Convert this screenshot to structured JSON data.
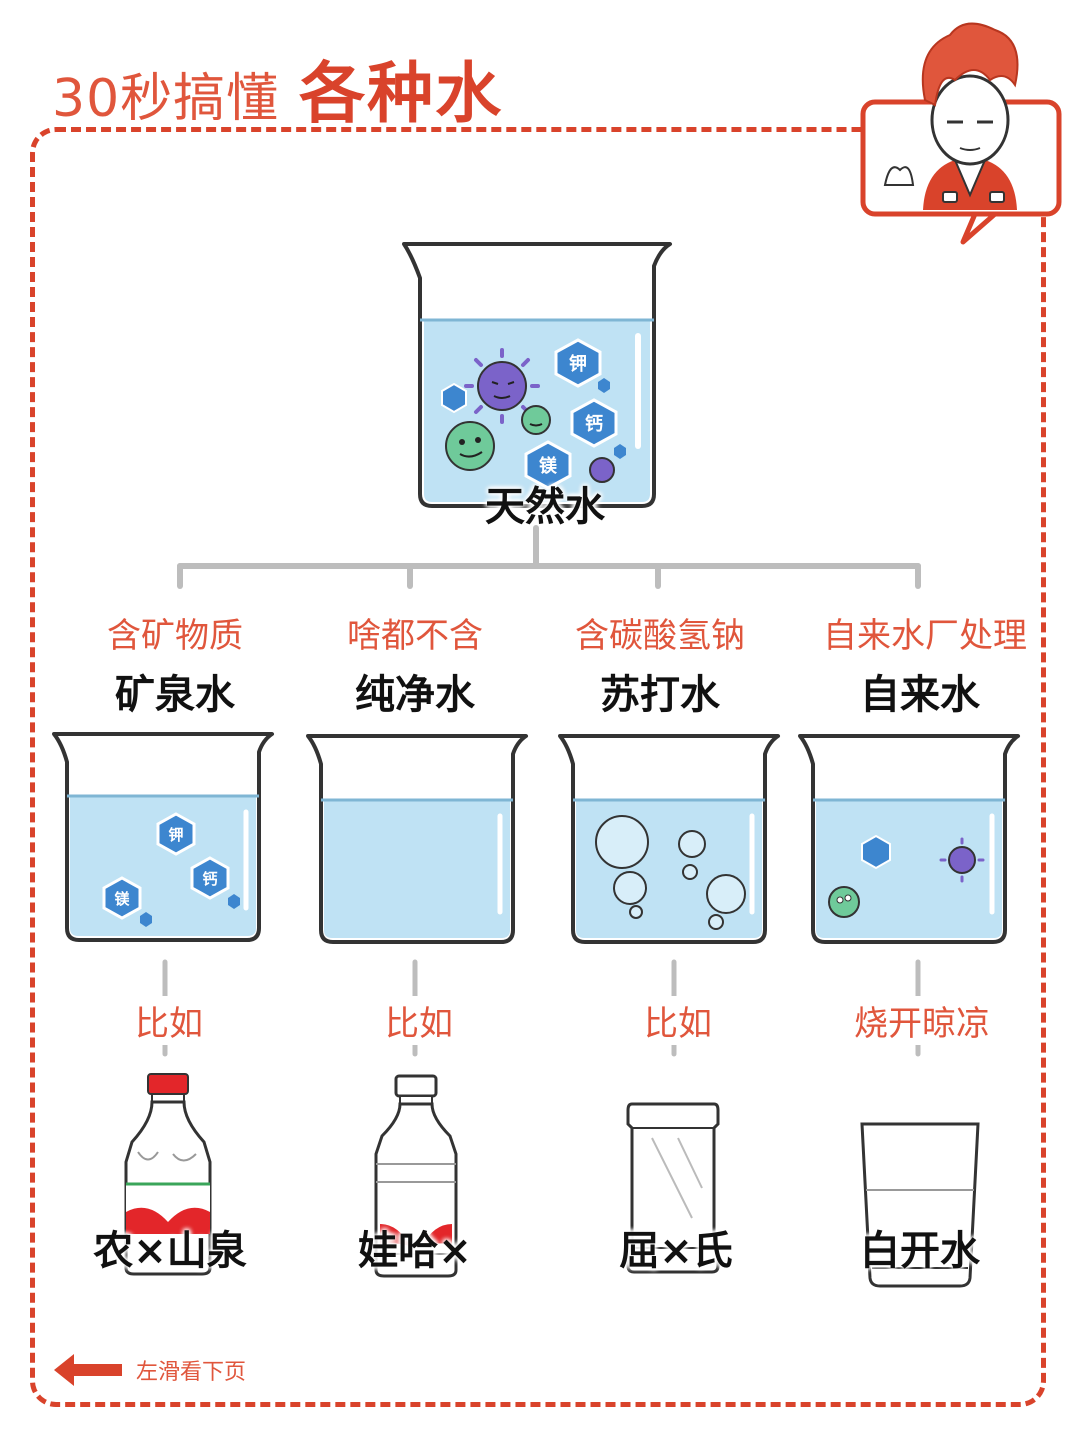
{
  "title": {
    "light": "30秒搞懂",
    "bold": "各种水"
  },
  "root": {
    "label": "天然水",
    "minerals": [
      "钾",
      "钙",
      "镁"
    ]
  },
  "types": [
    {
      "feature": "含矿物质",
      "name": "矿泉水",
      "connector": "比如",
      "example": "农×山泉",
      "minerals": [
        "钾",
        "钙",
        "镁"
      ]
    },
    {
      "feature": "啥都不含",
      "name": "纯净水",
      "connector": "比如",
      "example": "娃哈×"
    },
    {
      "feature": "含碳酸氢钠",
      "name": "苏打水",
      "connector": "比如",
      "example": "屈×氏"
    },
    {
      "feature": "自来水厂处理",
      "name": "自来水",
      "connector": "烧开晾凉",
      "example": "白开水"
    }
  ],
  "footer": {
    "hint": "左滑看下页"
  },
  "colors": {
    "accent": "#d9432b",
    "water": "#bfe2f4",
    "connector": "#bdbdbd"
  },
  "icons": [
    "avatar-icon",
    "beaker-icon",
    "virus-icon",
    "mineral-hexagon-icon",
    "bottle-icon",
    "can-icon",
    "glass-icon",
    "arrow-left-icon"
  ]
}
